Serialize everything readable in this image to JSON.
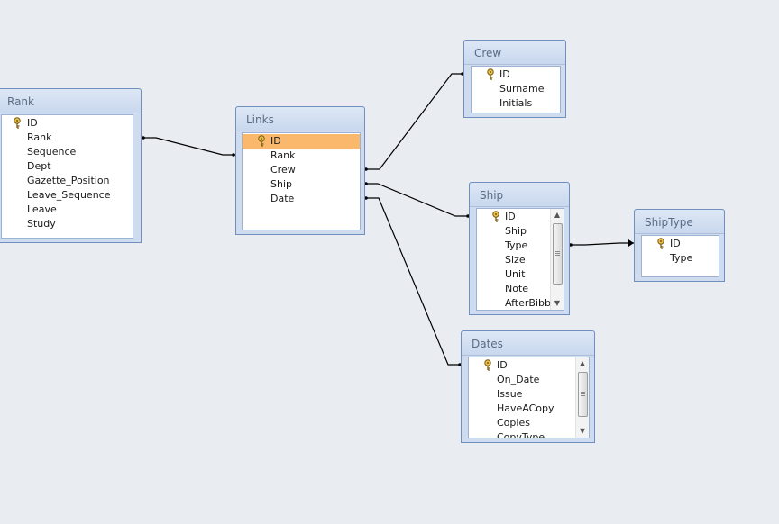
{
  "tables": {
    "rank": {
      "title": "Rank",
      "fields": [
        "ID",
        "Rank",
        "Sequence",
        "Dept",
        "Gazette_Position",
        "Leave_Sequence",
        "Leave",
        "Study"
      ]
    },
    "links": {
      "title": "Links",
      "fields": [
        "ID",
        "Rank",
        "Crew",
        "Ship",
        "Date"
      ]
    },
    "crew": {
      "title": "Crew",
      "fields": [
        "ID",
        "Surname",
        "Initials"
      ]
    },
    "ship": {
      "title": "Ship",
      "fields": [
        "ID",
        "Ship",
        "Type",
        "Size",
        "Unit",
        "Note",
        "AfterBibb"
      ]
    },
    "shiptype": {
      "title": "ShipType",
      "fields": [
        "ID",
        "Type"
      ]
    },
    "dates": {
      "title": "Dates",
      "fields": [
        "ID",
        "On_Date",
        "Issue",
        "HaveACopy",
        "Copies",
        "CopyType"
      ]
    }
  },
  "selected_field": "Links.ID",
  "icons": {
    "primary_key": "key-icon",
    "scroll_up": "arrow-up-icon",
    "scroll_down": "arrow-down-icon"
  },
  "colors": {
    "canvas": "#e9edf2",
    "table_border": "#6f8fbf",
    "selection": "#f9b86b",
    "relationship_line": "#000000"
  }
}
